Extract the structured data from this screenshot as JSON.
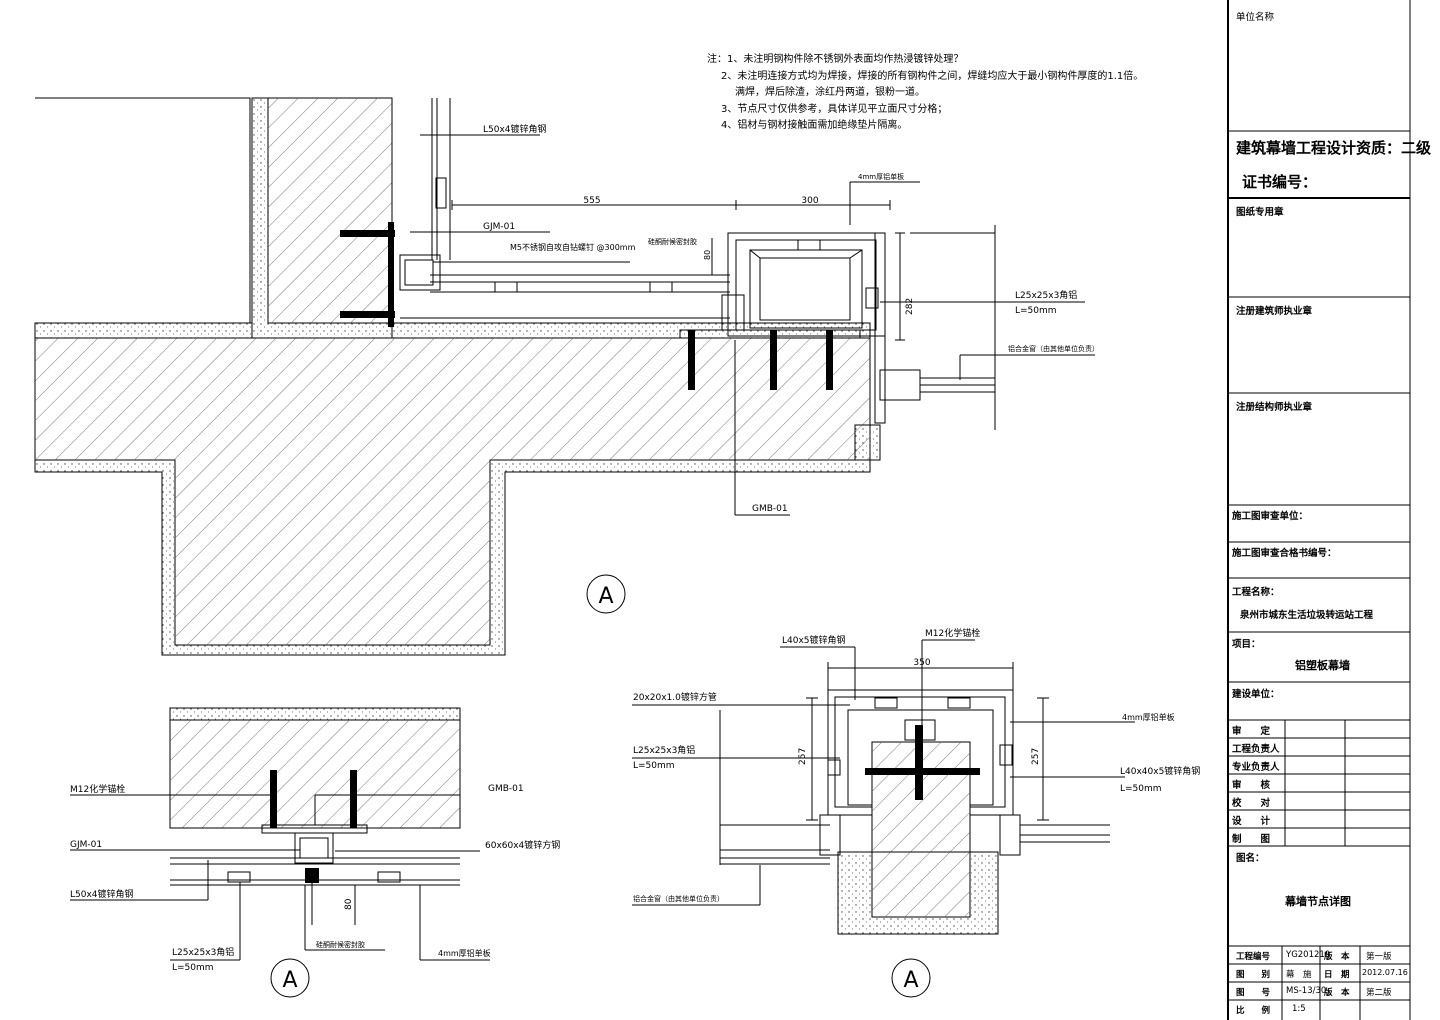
{
  "notes": [
    "注：1、未注明钢构件除不锈钢外表面均作热浸镀锌处理？",
    "2、未注明连接方式均为焊接，焊接的所有钢构件之间，焊缝均应大于最小钢构件厚度的1.1倍。",
    "满焊，焊后除渣，涂红丹两道，银粉一道。",
    "3、节点尺寸仅供参考，具体详见平立面尺寸分格；",
    "4、铝材与钢材接触面需加绝缘垫片隔离。"
  ],
  "top_detail": {
    "label_l50": "L50x4镀锌角钢",
    "label_4mm": "4mm厚铝单板",
    "dim_555": "555",
    "dim_300": "300",
    "label_gjm": "GJM-01",
    "label_m5": "M5不锈钢自攻自钻螺钉 @300mm",
    "label_silicone": "硅酮耐候密封胶",
    "dim_80": "80",
    "label_l25": "L25x25x3角铝",
    "label_l50mm": "L=50mm",
    "dim_282": "282",
    "label_glass": "铝合金窗（由其他单位负责）",
    "label_gmb": "GMB-01",
    "section_mark": "A"
  },
  "bottom_left_detail": {
    "label_m12": "M12化学锚栓",
    "label_gmb": "GMB-01",
    "label_gjm": "GJM-01",
    "label_tube": "60x60x4镀锌方钢",
    "label_l50": "L50x4镀锌角钢",
    "dim_80": "80",
    "label_l25": "L25x25x3角铝",
    "label_l50mm": "L=50mm",
    "label_silicone": "硅酮耐候密封胶",
    "label_4mm": "4mm厚铝单板",
    "section_mark": "A"
  },
  "bottom_right_detail": {
    "label_l40": "L40x5镀锌角钢",
    "label_m12": "M12化学锚栓",
    "dim_350": "350",
    "label_tube": "20x20x1.0镀锌方管",
    "label_4mm": "4mm厚铝单板",
    "label_l25": "L25x25x3角铝",
    "label_l50mm": "L=50mm",
    "dim_257a": "257",
    "dim_257b": "257",
    "label_l40b": "L40x40x5镀锌角钢",
    "label_l50mm_b": "L=50mm",
    "label_window": "铝合金窗（由其他单位负责）",
    "section_mark": "A"
  },
  "title_block": {
    "unit_name": "单位名称",
    "qualification": "建筑幕墙工程设计资质：二级",
    "cert_no": "证书编号：",
    "drawing_seal": "图纸专用章",
    "arch_seal": "注册建筑师执业章",
    "struct_seal": "注册结构师执业章",
    "review_unit": "施工图审查单位：",
    "review_cert": "施工图审查合格书编号：",
    "project_name_label": "工程名称：",
    "project_name": "泉州市城东生活垃圾转运站工程",
    "item_label": "项目：",
    "item": "铝塑板幕墙",
    "build_unit": "建设单位：",
    "roles": [
      "审　　定",
      "工程负责人",
      "专业负责人",
      "审　　核",
      "校　　对",
      "设　　计",
      "制　　图"
    ],
    "drawing_name_label": "图名：",
    "drawing_name": "幕墙节点详图",
    "rows": [
      [
        "工程编号",
        "YG201210",
        "版　本",
        "第一版"
      ],
      [
        "图　　别",
        "幕　施",
        "日　期",
        "2012.07.16"
      ],
      [
        "图　　号",
        "MS-13/30",
        "版　本",
        "第二版"
      ],
      [
        "比　　例",
        "1:5",
        "",
        ""
      ]
    ]
  }
}
